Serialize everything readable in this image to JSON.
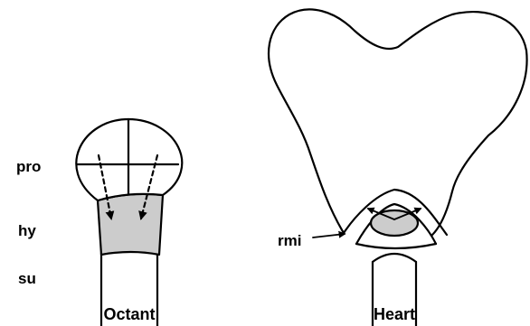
{
  "octant": {
    "layer_labels": {
      "pro": "pro",
      "hy": "hy",
      "su": "su"
    },
    "caption": "Octant"
  },
  "heart": {
    "callout_label": "rmi",
    "caption": "Heart"
  },
  "colors": {
    "stroke": "#000000",
    "shaded_fill": "#cccccc",
    "background": "#ffffff"
  }
}
